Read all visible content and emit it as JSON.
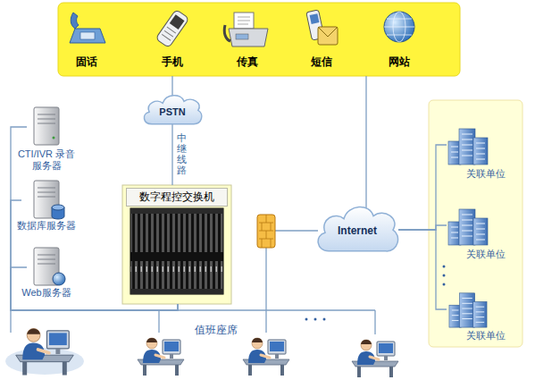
{
  "diagram": {
    "nodes": [
      {
        "text": [
          "固话",
          "手机",
          "传真",
          "短信",
          "网站"
        ]
      },
      {
        "text": [
          "PSTN"
        ]
      },
      {
        "text": [
          "CTI/IVR 录音服务器"
        ]
      },
      {
        "text": [
          "数据库服务器"
        ]
      },
      {
        "text": [
          "数字程控交换机"
        ]
      },
      {
        "text": [
          "Web服务器"
        ]
      },
      {
        "text": [
          "Internet"
        ]
      },
      {
        "text": [
          "关联单位"
        ]
      },
      {
        "text": [
          "关联单位"
        ]
      },
      {
        "text": [
          "关联单位"
        ]
      }
    ],
    "edges": [
      {
        "from": 0,
        "to": 1,
        "arrow": "none"
      },
      {
        "from": 1,
        "to": 4,
        "label": "中继线路",
        "arrow": "none"
      },
      {
        "from": 0,
        "to": 6,
        "arrow": "none"
      },
      {
        "from": 2,
        "to": 4,
        "arrow": "none"
      },
      {
        "from": 3,
        "to": 4,
        "arrow": "none"
      },
      {
        "from": 5,
        "to": 4,
        "arrow": "none"
      },
      {
        "from": 6,
        "to": 7,
        "arrow": "none"
      },
      {
        "from": 6,
        "to": 8,
        "arrow": "none"
      },
      {
        "from": 6,
        "to": 9,
        "arrow": "none"
      }
    ],
    "labels": [
      "值班座席"
    ]
  }
}
